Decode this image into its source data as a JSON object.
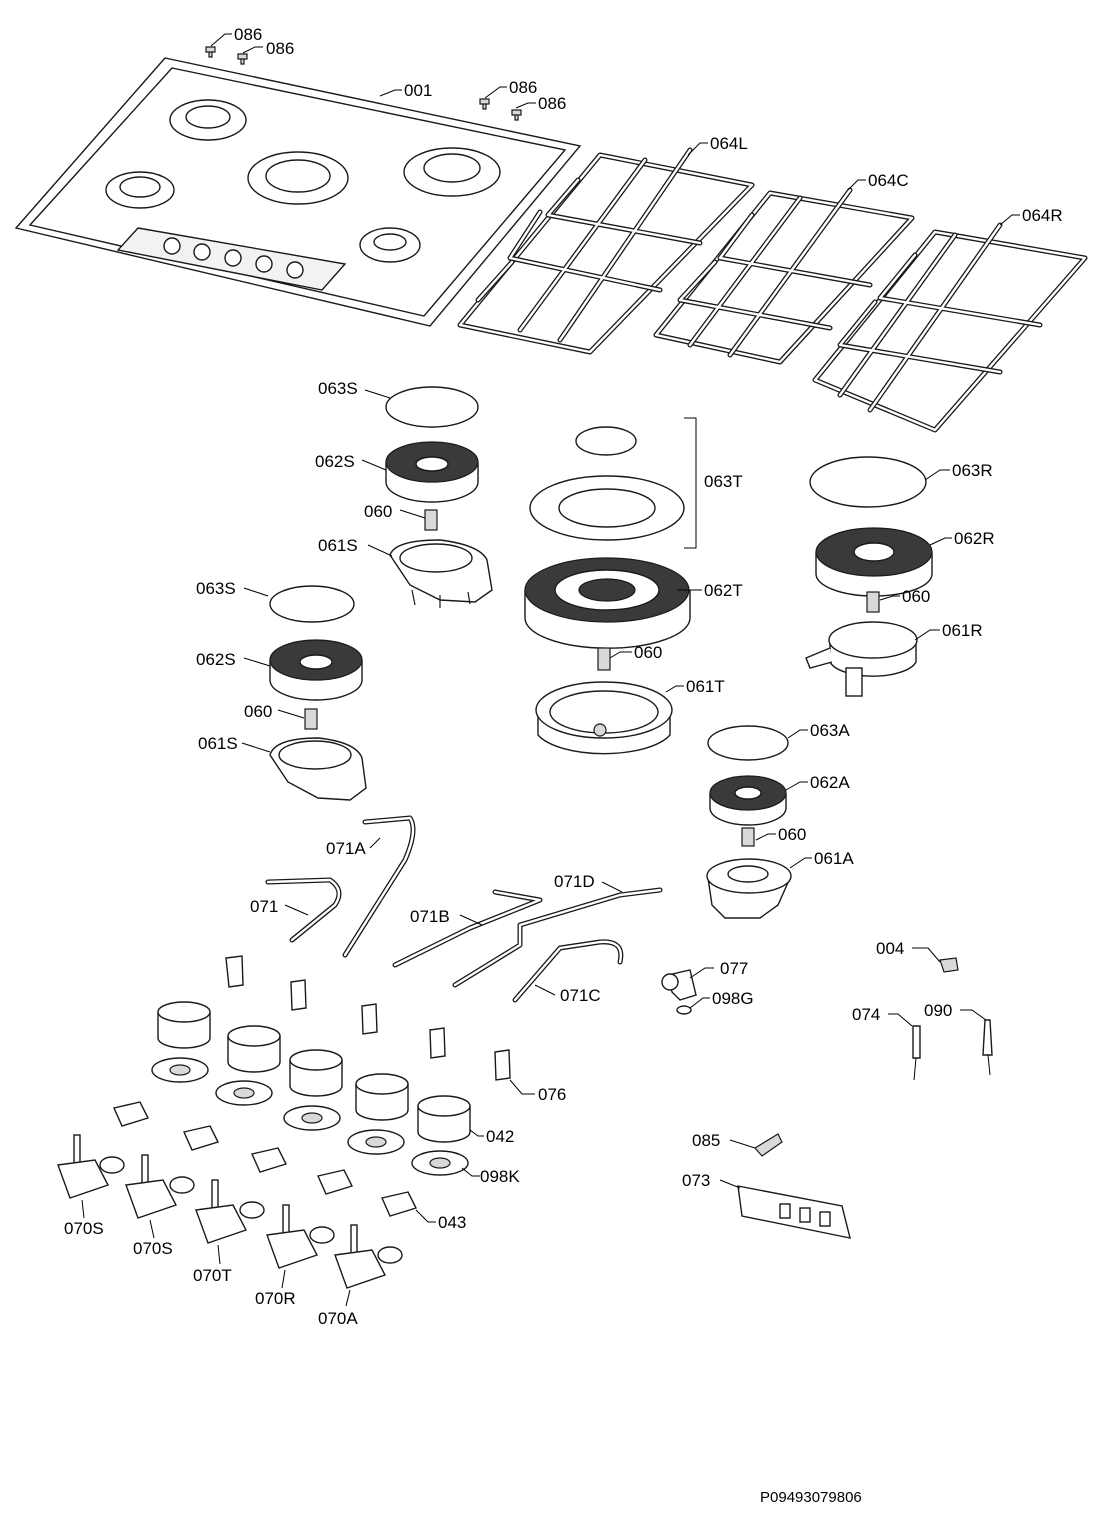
{
  "diagram": {
    "labels": {
      "l086a": "086",
      "l086b": "086",
      "l086c": "086",
      "l086d": "086",
      "l001": "001",
      "l064L": "064L",
      "l064C": "064C",
      "l064R": "064R",
      "l063S_a": "063S",
      "l062S_a": "062S",
      "l060_a": "060",
      "l061S_a": "061S",
      "l063S_b": "063S",
      "l062S_b": "062S",
      "l060_b": "060",
      "l061S_b": "061S",
      "l063T": "063T",
      "l062T": "062T",
      "l060_c": "060",
      "l061T": "061T",
      "l063R": "063R",
      "l062R": "062R",
      "l060_d": "060",
      "l061R": "061R",
      "l063A": "063A",
      "l062A": "062A",
      "l060_e": "060",
      "l061A": "061A",
      "l071A": "071A",
      "l071": "071",
      "l071B": "071B",
      "l071D": "071D",
      "l071C": "071C",
      "l077": "077",
      "l098G": "098G",
      "l004": "004",
      "l074": "074",
      "l090": "090",
      "l076": "076",
      "l042": "042",
      "l098K": "098K",
      "l043": "043",
      "l085": "085",
      "l073": "073",
      "l070S_a": "070S",
      "l070S_b": "070S",
      "l070T": "070T",
      "l070R": "070R",
      "l070A": "070A"
    },
    "drawing_code": "P09493079806"
  }
}
